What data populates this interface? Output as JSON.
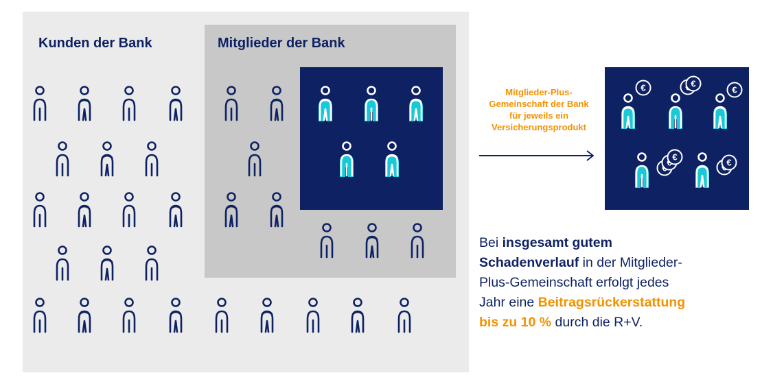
{
  "groups": {
    "customers_label": "Kunden der Bank",
    "members_label": "Mitglieder der Bank"
  },
  "arrow_label": {
    "lines": [
      "Mitglieder-Plus-",
      "Gemeinschaft der Bank",
      "für jeweils ein",
      "Versicherungsprodukt"
    ]
  },
  "statement": {
    "l1_a": "Bei ",
    "l1_b": "insgesamt gutem",
    "l2_a": "Schadenverlauf",
    "l2_b": " in der Mitglieder-",
    "l3": "Plus-Gemeinschaft erfolgt jedes",
    "l4_a": "Jahr eine ",
    "l4_b": "Beitragsrückerstattung",
    "l5_a": "bis zu 10 %",
    "l5_b": " durch die R+V."
  },
  "icons": {
    "person": "person-icon",
    "coin": "euro-coin-icon",
    "coin_symbol": "€",
    "arrow": "arrow-right-icon"
  },
  "colors": {
    "navy": "#0e2263",
    "cyan": "#19c9d8",
    "orange": "#f39200",
    "light_gray": "#ebebeb",
    "mid_gray": "#c8c8c8"
  }
}
